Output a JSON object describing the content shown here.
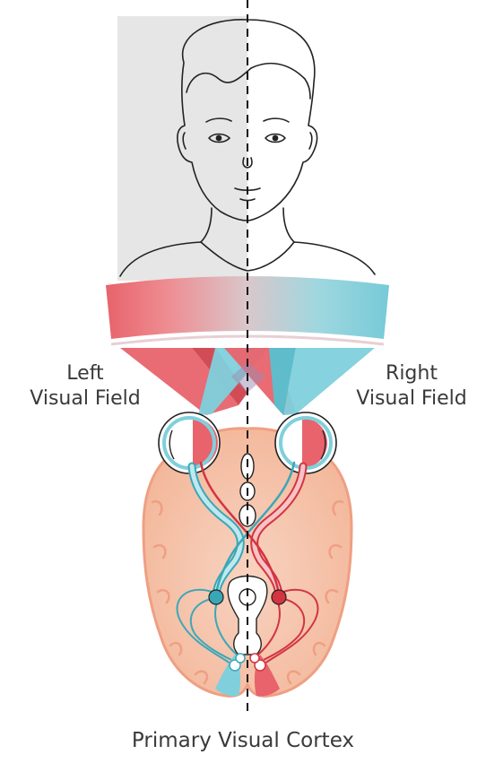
{
  "labels": {
    "left_visual_field_line1": "Left",
    "left_visual_field_line2": "Visual Field",
    "right_visual_field_line1": "Right",
    "right_visual_field_line2": "Visual Field",
    "primary_visual_cortex": "Primary Visual Cortex"
  },
  "colors": {
    "left_field": "#e8636b",
    "right_field": "#7fd0dc",
    "brain": "#f6c2a8",
    "brain_outline": "#ef9f83",
    "face_shade": "#e6e6e6",
    "line": "#222222"
  }
}
